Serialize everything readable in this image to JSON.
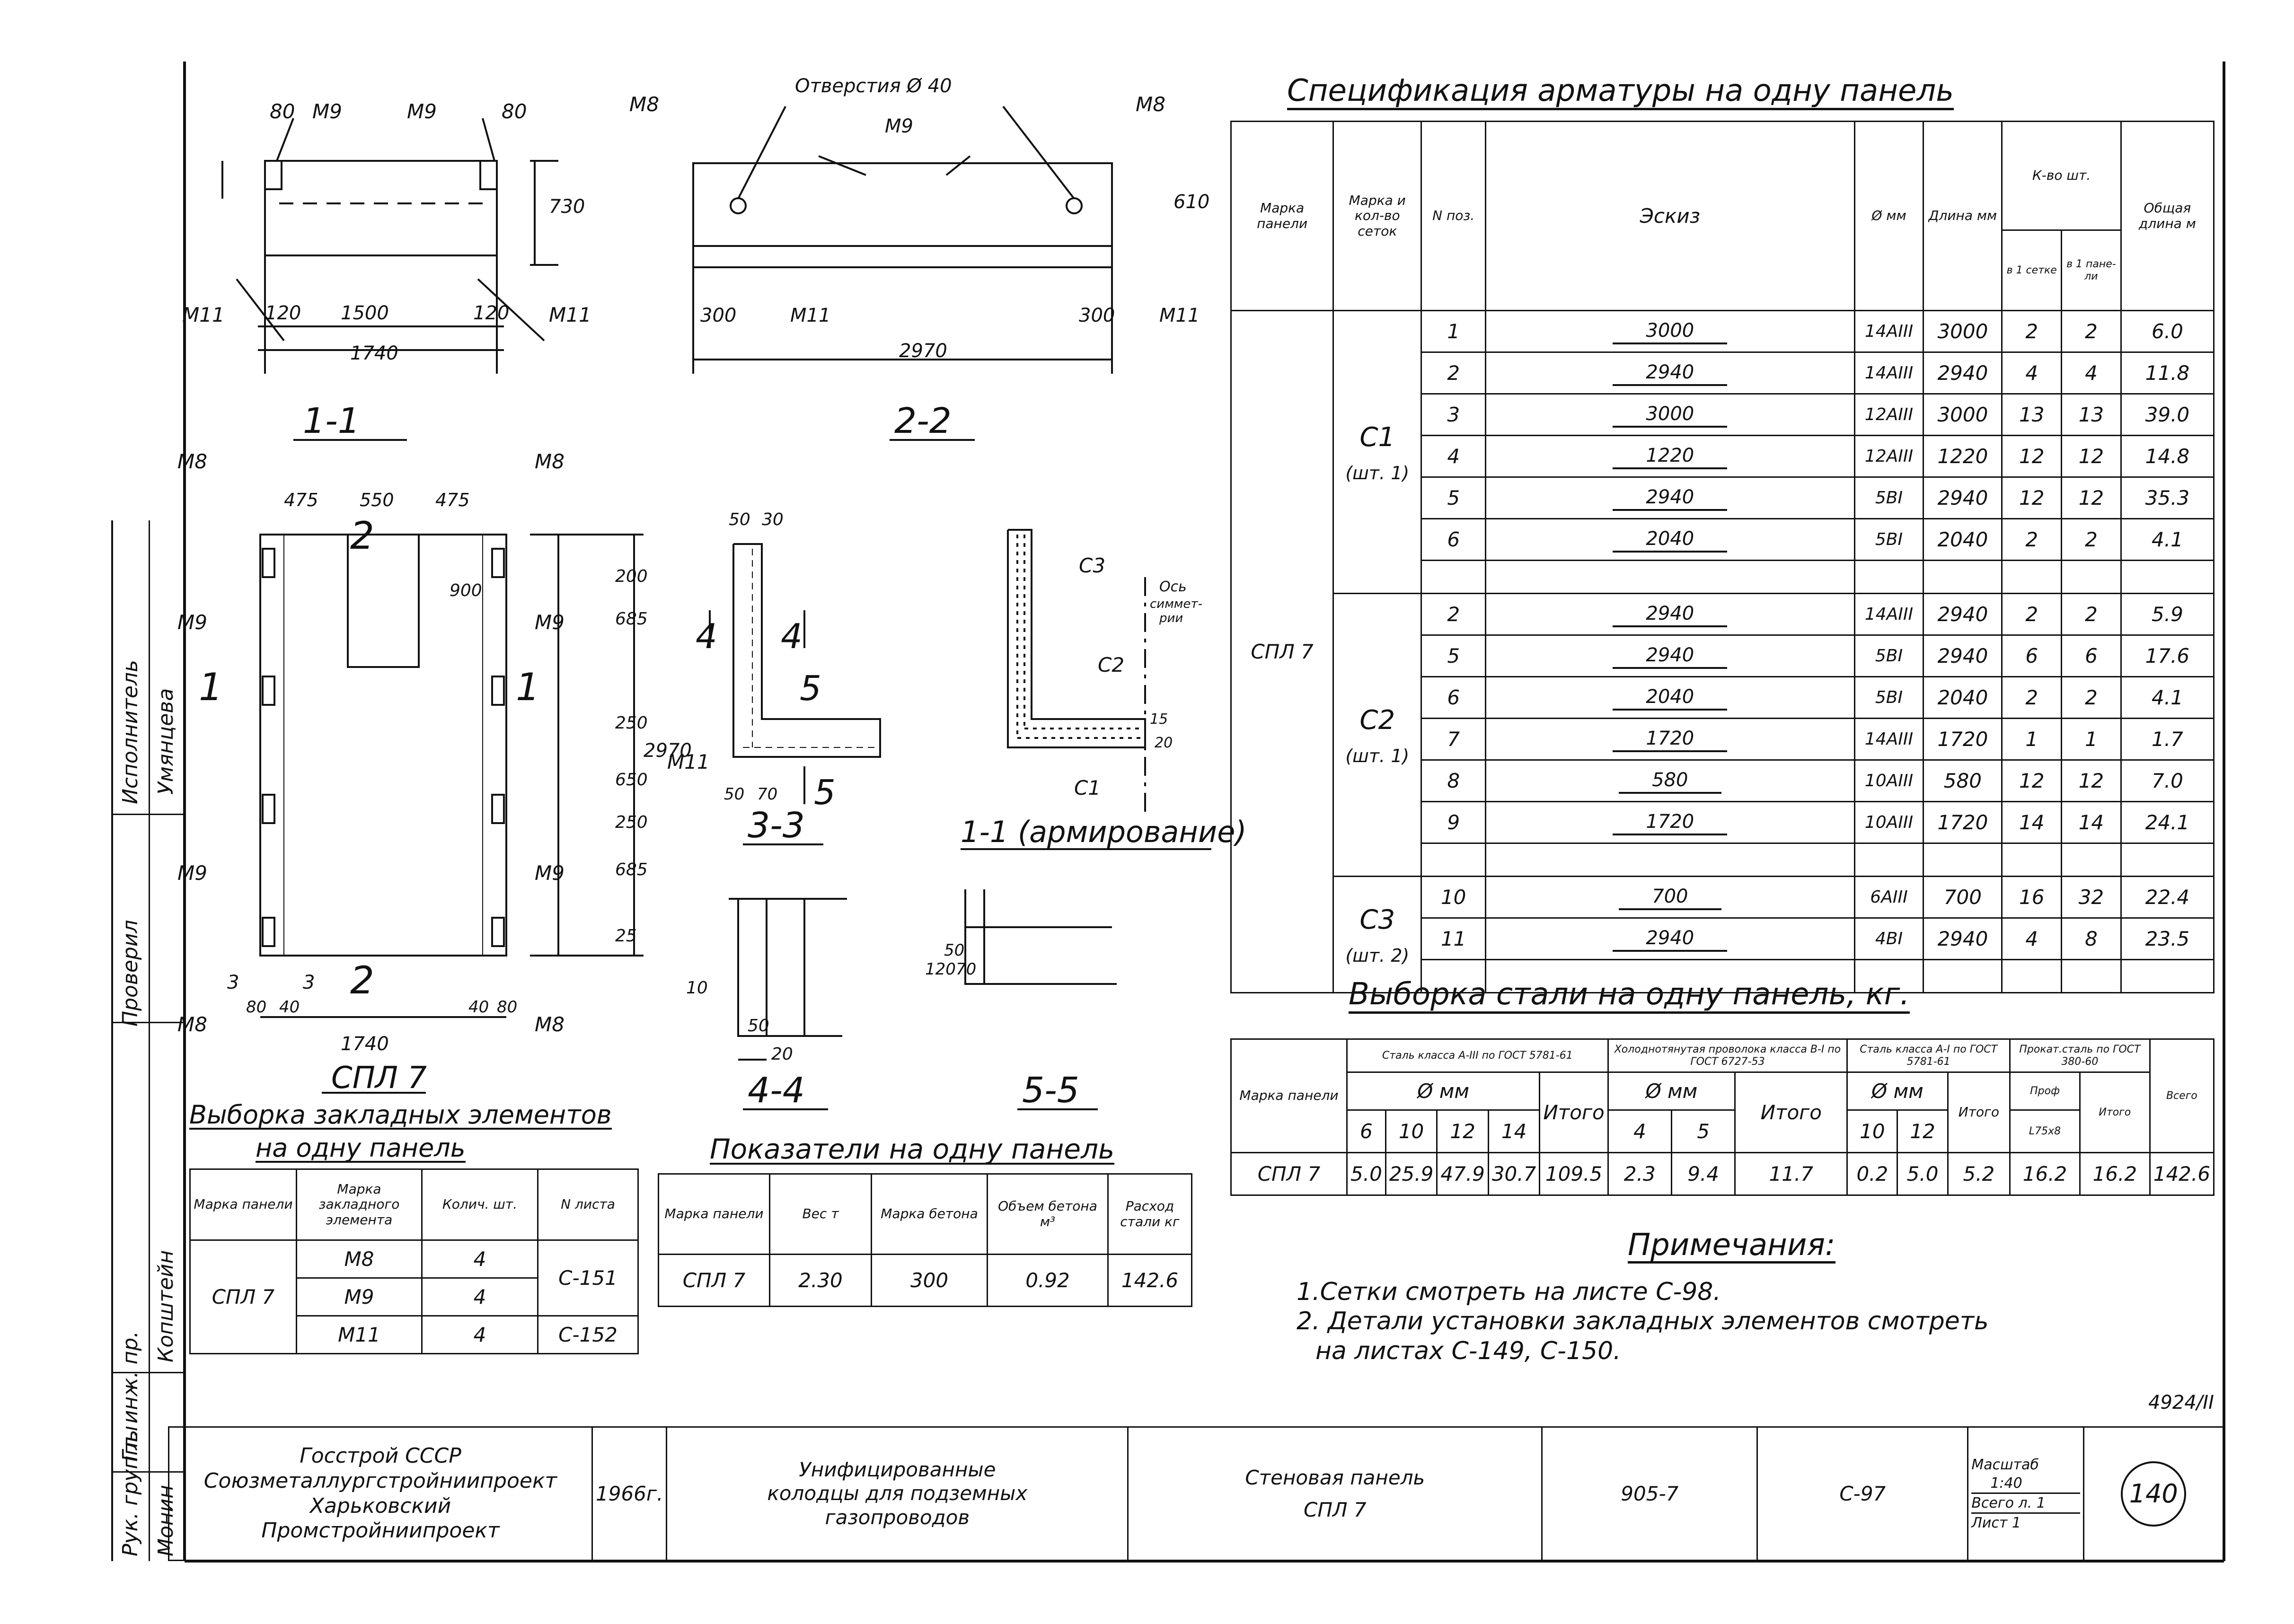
{
  "spec": {
    "title": "Спецификация арматуры на одну панель",
    "headers": {
      "mark": "Марка панели",
      "mark_count": "Марка и кол-во сеток",
      "pos": "N поз.",
      "sketch": "Эскиз",
      "dia": "Ø мм",
      "length": "Длина мм",
      "qty": "К-во шт.",
      "qty_mesh": "в 1 сетке",
      "qty_panel": "в 1 пане-ли",
      "total": "Общая длина м"
    },
    "panel": "СПЛ 7",
    "groups": [
      {
        "name": "С1",
        "count": "(шт. 1)",
        "rows": [
          {
            "pos": "1",
            "sketch": "3000",
            "dia": "14АIII",
            "length": "3000",
            "mesh": "2",
            "panel": "2",
            "total": "6.0"
          },
          {
            "pos": "2",
            "sketch": "2940",
            "dia": "14АIII",
            "length": "2940",
            "mesh": "4",
            "panel": "4",
            "total": "11.8"
          },
          {
            "pos": "3",
            "sketch": "3000",
            "dia": "12АIII",
            "length": "3000",
            "mesh": "13",
            "panel": "13",
            "total": "39.0"
          },
          {
            "pos": "4",
            "sketch": "1220",
            "dia": "12АIII",
            "length": "1220",
            "mesh": "12",
            "panel": "12",
            "total": "14.8"
          },
          {
            "pos": "5",
            "sketch": "2940",
            "dia": "5ВI",
            "length": "2940",
            "mesh": "12",
            "panel": "12",
            "total": "35.3"
          },
          {
            "pos": "6",
            "sketch": "2040",
            "dia": "5ВI",
            "length": "2040",
            "mesh": "2",
            "panel": "2",
            "total": "4.1"
          }
        ]
      },
      {
        "name": "С2",
        "count": "(шт. 1)",
        "rows": [
          {
            "pos": "2",
            "sketch": "2940",
            "dia": "14АIII",
            "length": "2940",
            "mesh": "2",
            "panel": "2",
            "total": "5.9"
          },
          {
            "pos": "5",
            "sketch": "2940",
            "dia": "5ВI",
            "length": "2940",
            "mesh": "6",
            "panel": "6",
            "total": "17.6"
          },
          {
            "pos": "6",
            "sketch": "2040",
            "dia": "5ВI",
            "length": "2040",
            "mesh": "2",
            "panel": "2",
            "total": "4.1"
          },
          {
            "pos": "7",
            "sketch": "1720",
            "dia": "14АIII",
            "length": "1720",
            "mesh": "1",
            "panel": "1",
            "total": "1.7"
          },
          {
            "pos": "8",
            "sketch": "580",
            "dia": "10АIII",
            "length": "580",
            "mesh": "12",
            "panel": "12",
            "total": "7.0"
          },
          {
            "pos": "9",
            "sketch": "1720",
            "dia": "10АIII",
            "length": "1720",
            "mesh": "14",
            "panel": "14",
            "total": "24.1"
          }
        ]
      },
      {
        "name": "С3",
        "count": "(шт. 2)",
        "rows": [
          {
            "pos": "10",
            "sketch": "700",
            "dia": "6АIII",
            "length": "700",
            "mesh": "16",
            "panel": "32",
            "total": "22.4"
          },
          {
            "pos": "11",
            "sketch": "2940",
            "dia": "4ВI",
            "length": "2940",
            "mesh": "4",
            "panel": "8",
            "total": "23.5"
          }
        ]
      }
    ]
  },
  "steel": {
    "title": "Выборка стали на одну панель, кг.",
    "h_mark": "Марка панели",
    "h_a3": "Сталь класса А-III по ГОСТ 5781-61",
    "h_wire": "Холоднотянутая проволока класса В-I по ГОСТ 6727-53",
    "h_a1": "Сталь класса А-I по ГОСТ 5781-61",
    "h_prof": "Прокат.сталь по ГОСТ 380-60",
    "h_dia": "Ø мм",
    "h_total": "Итого",
    "h_prof_sub": "Проф",
    "h_prof_l": "L75x8",
    "h_all": "Всего",
    "d_a3": [
      "6",
      "10",
      "12",
      "14"
    ],
    "d_wire": [
      "4",
      "5"
    ],
    "d_a1": [
      "10",
      "12"
    ],
    "row": {
      "mark": "СПЛ 7",
      "a3": [
        "5.0",
        "25.9",
        "47.9",
        "30.7"
      ],
      "a3_total": "109.5",
      "wire": [
        "2.3",
        "9.4"
      ],
      "wire_total": "11.7",
      "a1": [
        "0.2",
        "5.0"
      ],
      "a1_total": "5.2",
      "prof": "16.2",
      "prof_total": "16.2",
      "all": "142.6"
    }
  },
  "notes": {
    "title": "Примечания:",
    "items": [
      "1.Сетки смотреть на листе С-98.",
      "2. Детали установки закладных элементов смотреть",
      "на листах С-149, С-150."
    ]
  },
  "embedded": {
    "title1": "Выборка закладных элементов",
    "title2": "на одну панель",
    "h": [
      "Марка панели",
      "Марка закладного элемента",
      "Колич. шт.",
      "N листа"
    ],
    "mark": "СПЛ 7",
    "rows": [
      {
        "el": "М8",
        "qty": "4"
      },
      {
        "el": "М9",
        "qty": "4"
      },
      {
        "el": "М11",
        "qty": "4"
      }
    ],
    "sheet1": "С-151",
    "sheet2": "С-152"
  },
  "indicators": {
    "title": "Показатели на одну панель",
    "h": [
      "Марка панели",
      "Вес т",
      "Марка бетона",
      "Объем бетона м³",
      "Расход стали кг"
    ],
    "row": [
      "СПЛ 7",
      "2.30",
      "300",
      "0.92",
      "142.6"
    ]
  },
  "stamp": {
    "org1": "Госстрой СССР",
    "org2": "Союзметаллургстройниипроект",
    "org3": "Харьковский",
    "org4": "Промстройниипроект",
    "year": "1966г.",
    "proj1": "Унифицированные",
    "proj2": "колодцы для подземных",
    "proj3": "газопроводов",
    "item1": "Стеновая панель",
    "item2": "СПЛ 7",
    "series": "905-7",
    "sheet": "С-97",
    "scale_l": "Масштаб",
    "scale": "1:40",
    "sheets_total": "Всего л. 1",
    "sheet_n": "Лист 1",
    "page": "140",
    "code": "4924/II"
  },
  "side": {
    "roles": [
      "Рук. группы",
      "Гл. инж. пр.",
      "Проверил",
      "Исполнитель"
    ],
    "names": [
      "Монин",
      "Копштейн",
      "Умянцева"
    ]
  },
  "drawings": {
    "s11": "1-1",
    "s22": "2-2",
    "s33": "3-3",
    "s44": "4-4",
    "s55": "5-5",
    "s11a": "1-1 (армирование)",
    "spl": "СПЛ 7",
    "m8": "М8",
    "m9": "М9",
    "m11": "М11",
    "holes": "Отверстия Ø 40",
    "axis1": "Ось",
    "axis2": "симмет-",
    "axis3": "рии",
    "c1": "С1",
    "c2": "С2",
    "c3": "С3",
    "d1740": "1740",
    "d1500": "1500",
    "d120": "120",
    "d80": "80",
    "d300": "300",
    "d730": "730",
    "d2970": "2970",
    "d610": "610",
    "d10": "10",
    "d475": "475",
    "d550": "550",
    "d900": "900",
    "d685": "685",
    "d650": "650",
    "d250": "250",
    "d200": "200",
    "d25": "25",
    "d40": "40",
    "d50": "50",
    "d30": "30",
    "d70": "70",
    "d20": "20",
    "d15": "15",
    "l2": "2",
    "l3": "3",
    "l4": "4",
    "l5": "5",
    "l1": "1"
  }
}
